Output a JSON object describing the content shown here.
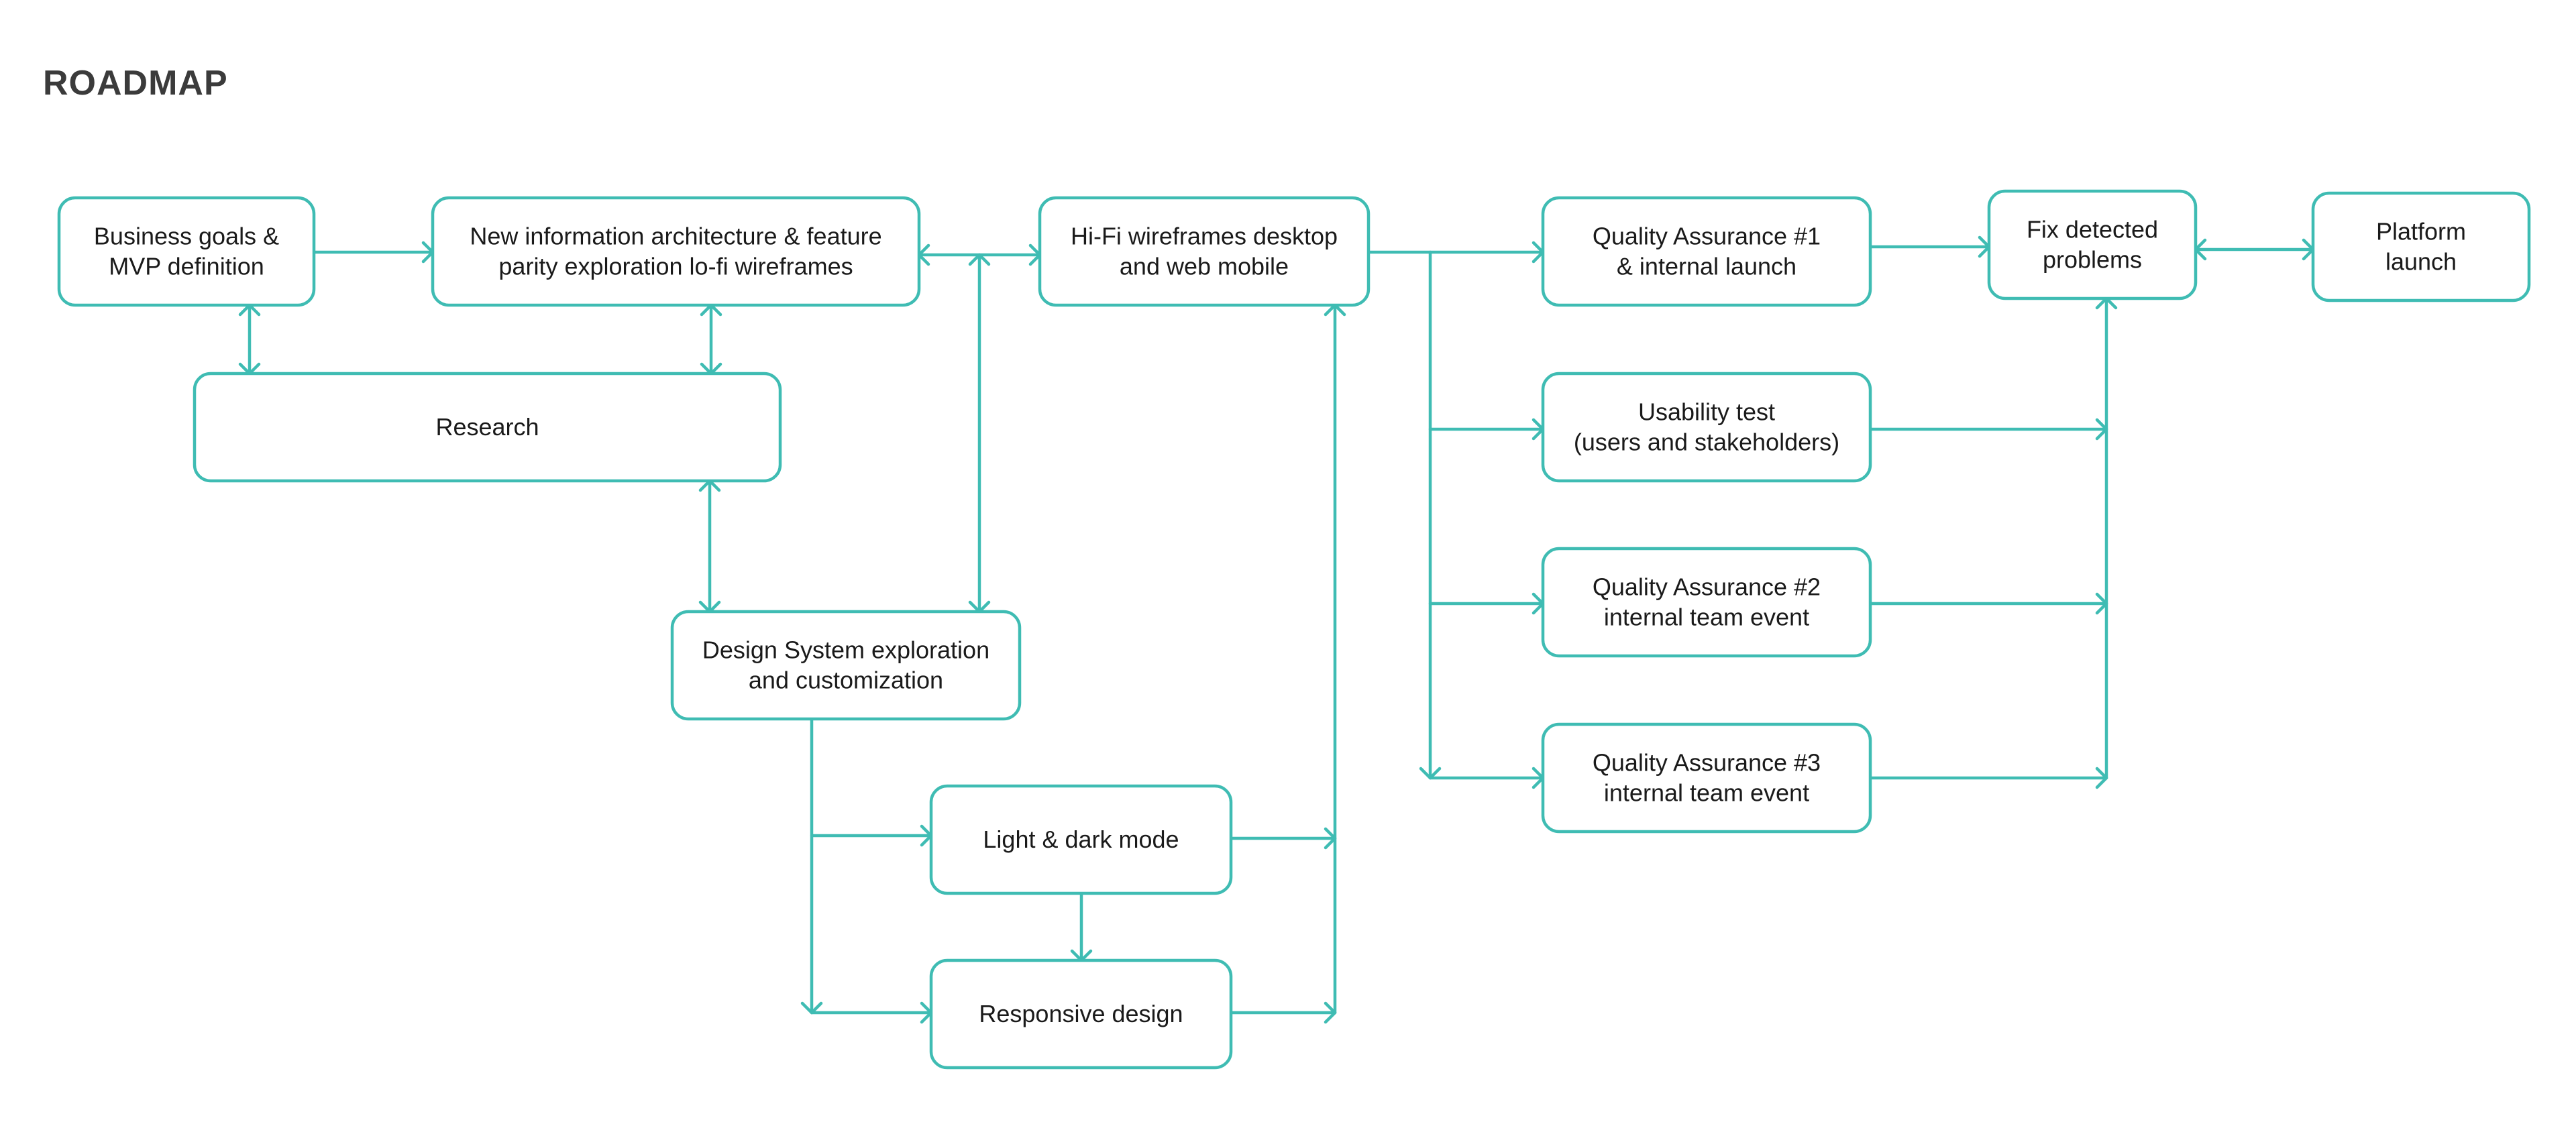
{
  "title": "ROADMAP",
  "colors": {
    "accent": "#3fbcb3",
    "title": "#3b3b3b",
    "text": "#1a1a1a"
  },
  "nodes": [
    {
      "id": "business-goals",
      "lines": [
        "Business goals &",
        "MVP definition"
      ]
    },
    {
      "id": "info-architecture",
      "lines": [
        "New information architecture & feature",
        "parity exploration lo-fi wireframes"
      ]
    },
    {
      "id": "hifi-wireframes",
      "lines": [
        "Hi-Fi wireframes desktop",
        "and web mobile"
      ]
    },
    {
      "id": "qa-1",
      "lines": [
        "Quality Assurance #1",
        "& internal launch"
      ]
    },
    {
      "id": "fix-problems",
      "lines": [
        "Fix detected",
        "problems"
      ]
    },
    {
      "id": "platform-launch",
      "lines": [
        "Platform",
        "launch"
      ]
    },
    {
      "id": "research",
      "lines": [
        "Research"
      ]
    },
    {
      "id": "usability-test",
      "lines": [
        "Usability test",
        "(users and stakeholders)"
      ]
    },
    {
      "id": "qa-2",
      "lines": [
        "Quality Assurance #2",
        "internal team event"
      ]
    },
    {
      "id": "design-system",
      "lines": [
        "Design System exploration",
        "and customization"
      ]
    },
    {
      "id": "qa-3",
      "lines": [
        "Quality Assurance #3",
        "internal team event"
      ]
    },
    {
      "id": "light-dark",
      "lines": [
        "Light & dark mode"
      ]
    },
    {
      "id": "responsive",
      "lines": [
        "Responsive design"
      ]
    }
  ]
}
